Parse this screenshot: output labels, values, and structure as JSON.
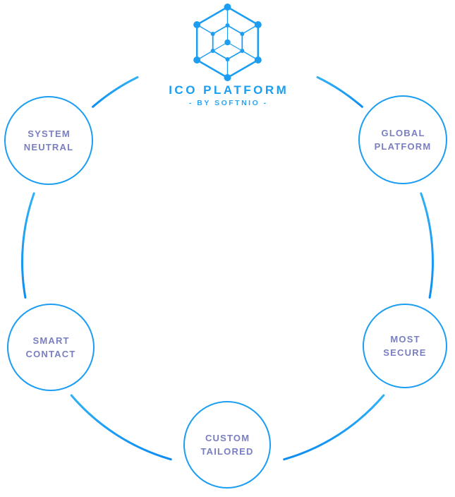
{
  "brand": {
    "title": "ICO PLATFORM",
    "subtitle": "- BY SOFTNIO -"
  },
  "nodes": [
    {
      "id": "system-neutral",
      "label": "SYSTEM\nNEUTRAL"
    },
    {
      "id": "global-platform",
      "label": "GLOBAL\nPLATFORM"
    },
    {
      "id": "smart-contact",
      "label": "SMART\nCONTACT"
    },
    {
      "id": "most-secure",
      "label": "MOST\nSECURE"
    },
    {
      "id": "custom-tailored",
      "label": "CUSTOM\nTAILORED"
    }
  ],
  "icons": [
    {
      "name": "hexagon-cube-logo-icon",
      "meaning": "wireframe hexagon cube brand mark"
    }
  ],
  "colors": {
    "accent_blue": "#1b9ef2",
    "accent_blue_light": "#2fb1f6",
    "accent_blue_deep": "#0d8df2",
    "label_text": "#7a7fc0",
    "background": "#ffffff"
  }
}
